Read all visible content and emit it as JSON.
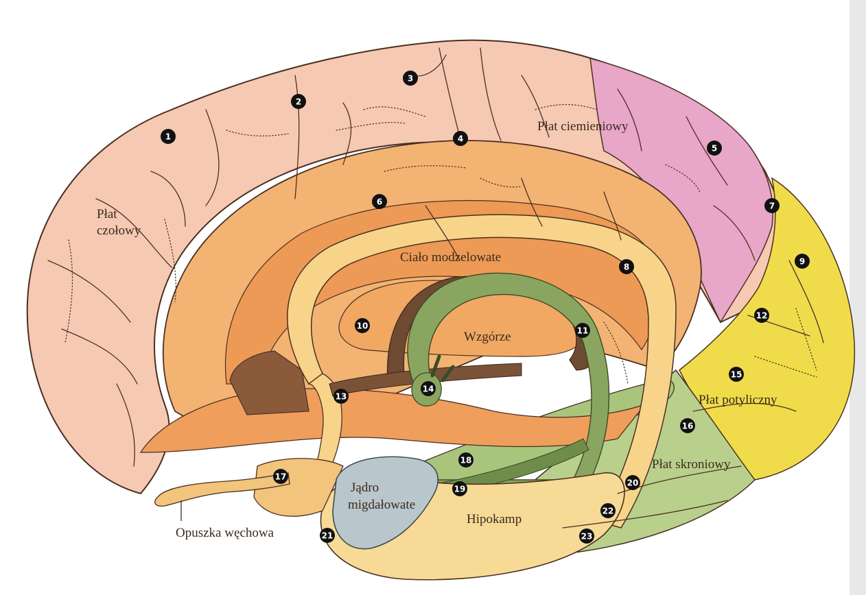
{
  "regions": {
    "frontal_lobe_line1": "Płat",
    "frontal_lobe_line2": "czołowy",
    "parietal_lobe": "Płat ciemieniowy",
    "corpus_callosum": "Ciało modzelowate",
    "thalamus": "Wzgórze",
    "occipital_lobe": "Płat potyliczny",
    "temporal_lobe": "Płat skroniowy",
    "amygdala_line1": "Jądro",
    "amygdala_line2": "migdałowate",
    "hippocampus": "Hipokamp",
    "olfactory_bulb": "Opuszka węchowa"
  },
  "markers": [
    "1",
    "2",
    "3",
    "4",
    "5",
    "6",
    "7",
    "8",
    "9",
    "10",
    "11",
    "12",
    "13",
    "14",
    "15",
    "16",
    "17",
    "18",
    "19",
    "20",
    "21",
    "22",
    "23"
  ],
  "colors": {
    "frontal": "#f6c9b2",
    "parietal_pink": "#e8a6c8",
    "cingulate_orange": "#f3b373",
    "corpus_yellow": "#f7d48a",
    "fornix_green": "#8aa560",
    "occipital_yellow": "#f0dc4a",
    "temporal_green": "#b9d08c",
    "amygdala_blue": "#b9c6cc",
    "hippocampus_cream": "#f6da96",
    "outline": "#4a2f22"
  }
}
